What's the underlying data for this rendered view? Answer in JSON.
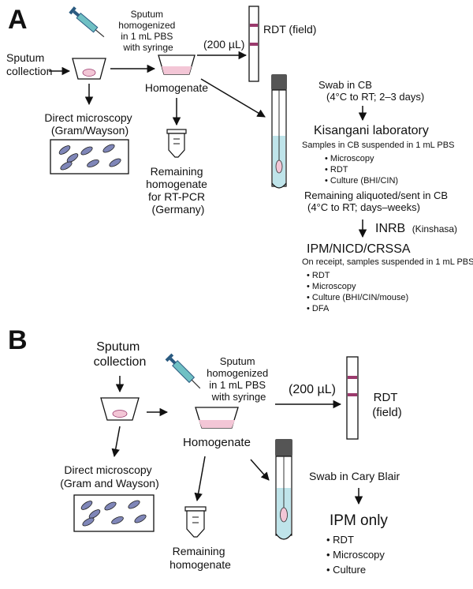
{
  "colors": {
    "line": "#111111",
    "pink_fill": "#f3c6d6",
    "pink_band": "#9b3a6d",
    "tube_liquid": "#bfe4ea",
    "tube_cap": "#555555",
    "syringe_barrel": "#6fc0c4",
    "syringe_dark": "#2a5a80",
    "bacteria_fill": "#7f86b8"
  },
  "panelA": {
    "letter": "A",
    "sputum": [
      "Sputum",
      "collection"
    ],
    "syringe_note": [
      "Sputum",
      "homogenized",
      "in 1 mL PBS",
      "with syringe"
    ],
    "volume": "(200 µL)",
    "rdt": "RDT (field)",
    "homogenate": "Homogenate",
    "direct_micro": [
      "Direct microscopy",
      "(Gram/Wayson)"
    ],
    "remaining": [
      "Remaining",
      "homogenate",
      "for RT-PCR",
      "(Germany)"
    ],
    "swab": [
      "Swab in CB",
      "(4°C to RT; 2–3 days)"
    ],
    "kisangani": "Kisangani laboratory",
    "kisangani_sub": "Samples in CB suspended in 1 mL PBS",
    "kisangani_tests": [
      "• Microscopy",
      "• RDT",
      "• Culture (BHI/CIN)"
    ],
    "aliquot": [
      "Remaining aliquoted/sent in CB",
      "(4°C to RT; days–weeks)"
    ],
    "inrb": "INRB",
    "inrb_loc": "(Kinshasa)",
    "ipm_title": "IPM/NICD/CRSSA",
    "ipm_sub": "On receipt, samples suspended in 1 mL PBS",
    "ipm_tests": [
      "• RDT",
      "• Microscopy",
      "• Culture (BHI/CIN/mouse)",
      "• DFA"
    ]
  },
  "panelB": {
    "letter": "B",
    "sputum": [
      "Sputum",
      "collection"
    ],
    "syringe_note": [
      "Sputum",
      "homogenized",
      "in 1 mL PBS",
      "with syringe"
    ],
    "volume": "(200 µL)",
    "rdt": [
      "RDT",
      "(field)"
    ],
    "homogenate": "Homogenate",
    "direct_micro": [
      "Direct microscopy",
      "(Gram and Wayson)"
    ],
    "remaining": [
      "Remaining",
      "homogenate"
    ],
    "swab": "Swab in Cary Blair",
    "ipm_only": "IPM only",
    "tests": [
      "• RDT",
      "• Microscopy",
      "• Culture"
    ]
  }
}
